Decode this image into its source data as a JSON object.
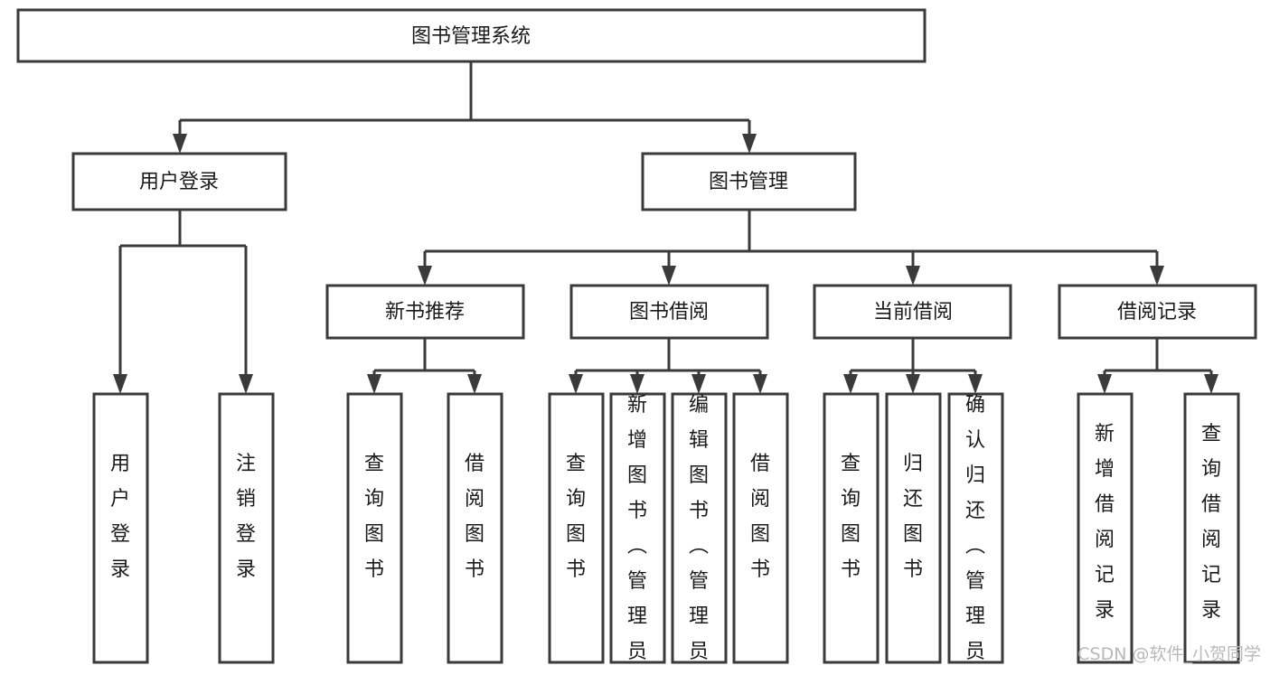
{
  "diagram": {
    "title": "图书管理系统",
    "type": "tree-hierarchy",
    "root": {
      "id": "root",
      "label": "图书管理系统"
    },
    "level2": [
      {
        "id": "user-login",
        "label": "用户登录"
      },
      {
        "id": "book-manage",
        "label": "图书管理"
      }
    ],
    "level3": [
      {
        "id": "new-book-recommend",
        "label": "新书推荐",
        "parent": "book-manage"
      },
      {
        "id": "book-borrow",
        "label": "图书借阅",
        "parent": "book-manage"
      },
      {
        "id": "current-borrow",
        "label": "当前借阅",
        "parent": "book-manage"
      },
      {
        "id": "borrow-record",
        "label": "借阅记录",
        "parent": "book-manage"
      }
    ],
    "leaves": [
      {
        "id": "leaf-user-login",
        "label": "用户登录",
        "parent": "user-login"
      },
      {
        "id": "leaf-logout-login",
        "label": "注销登录",
        "parent": "user-login"
      },
      {
        "id": "leaf-query-book-1",
        "label": "查询图书",
        "parent": "new-book-recommend"
      },
      {
        "id": "leaf-borrow-book-1",
        "label": "借阅图书",
        "parent": "new-book-recommend"
      },
      {
        "id": "leaf-query-book-2",
        "label": "查询图书",
        "parent": "book-borrow"
      },
      {
        "id": "leaf-add-book",
        "label": "新增图书（管理员）",
        "parent": "book-borrow"
      },
      {
        "id": "leaf-edit-book",
        "label": "编辑图书（管理员）",
        "parent": "book-borrow"
      },
      {
        "id": "leaf-borrow-book-2",
        "label": "借阅图书",
        "parent": "book-borrow"
      },
      {
        "id": "leaf-query-book-3",
        "label": "查询图书",
        "parent": "current-borrow"
      },
      {
        "id": "leaf-return-book",
        "label": "归还图书",
        "parent": "current-borrow"
      },
      {
        "id": "leaf-confirm-return",
        "label": "确认归还（管理员）",
        "parent": "current-borrow"
      },
      {
        "id": "leaf-add-record",
        "label": "新增借阅记录",
        "parent": "borrow-record"
      },
      {
        "id": "leaf-query-record",
        "label": "查询借阅记录",
        "parent": "borrow-record"
      }
    ]
  },
  "watermark": {
    "text": "CSDN @软件_小贺同学"
  },
  "colors": {
    "stroke": "#3a3a3a",
    "fill": "#ffffff",
    "text": "#1a1a1a",
    "watermark": "#b9b9b9",
    "background": "#ffffff"
  }
}
